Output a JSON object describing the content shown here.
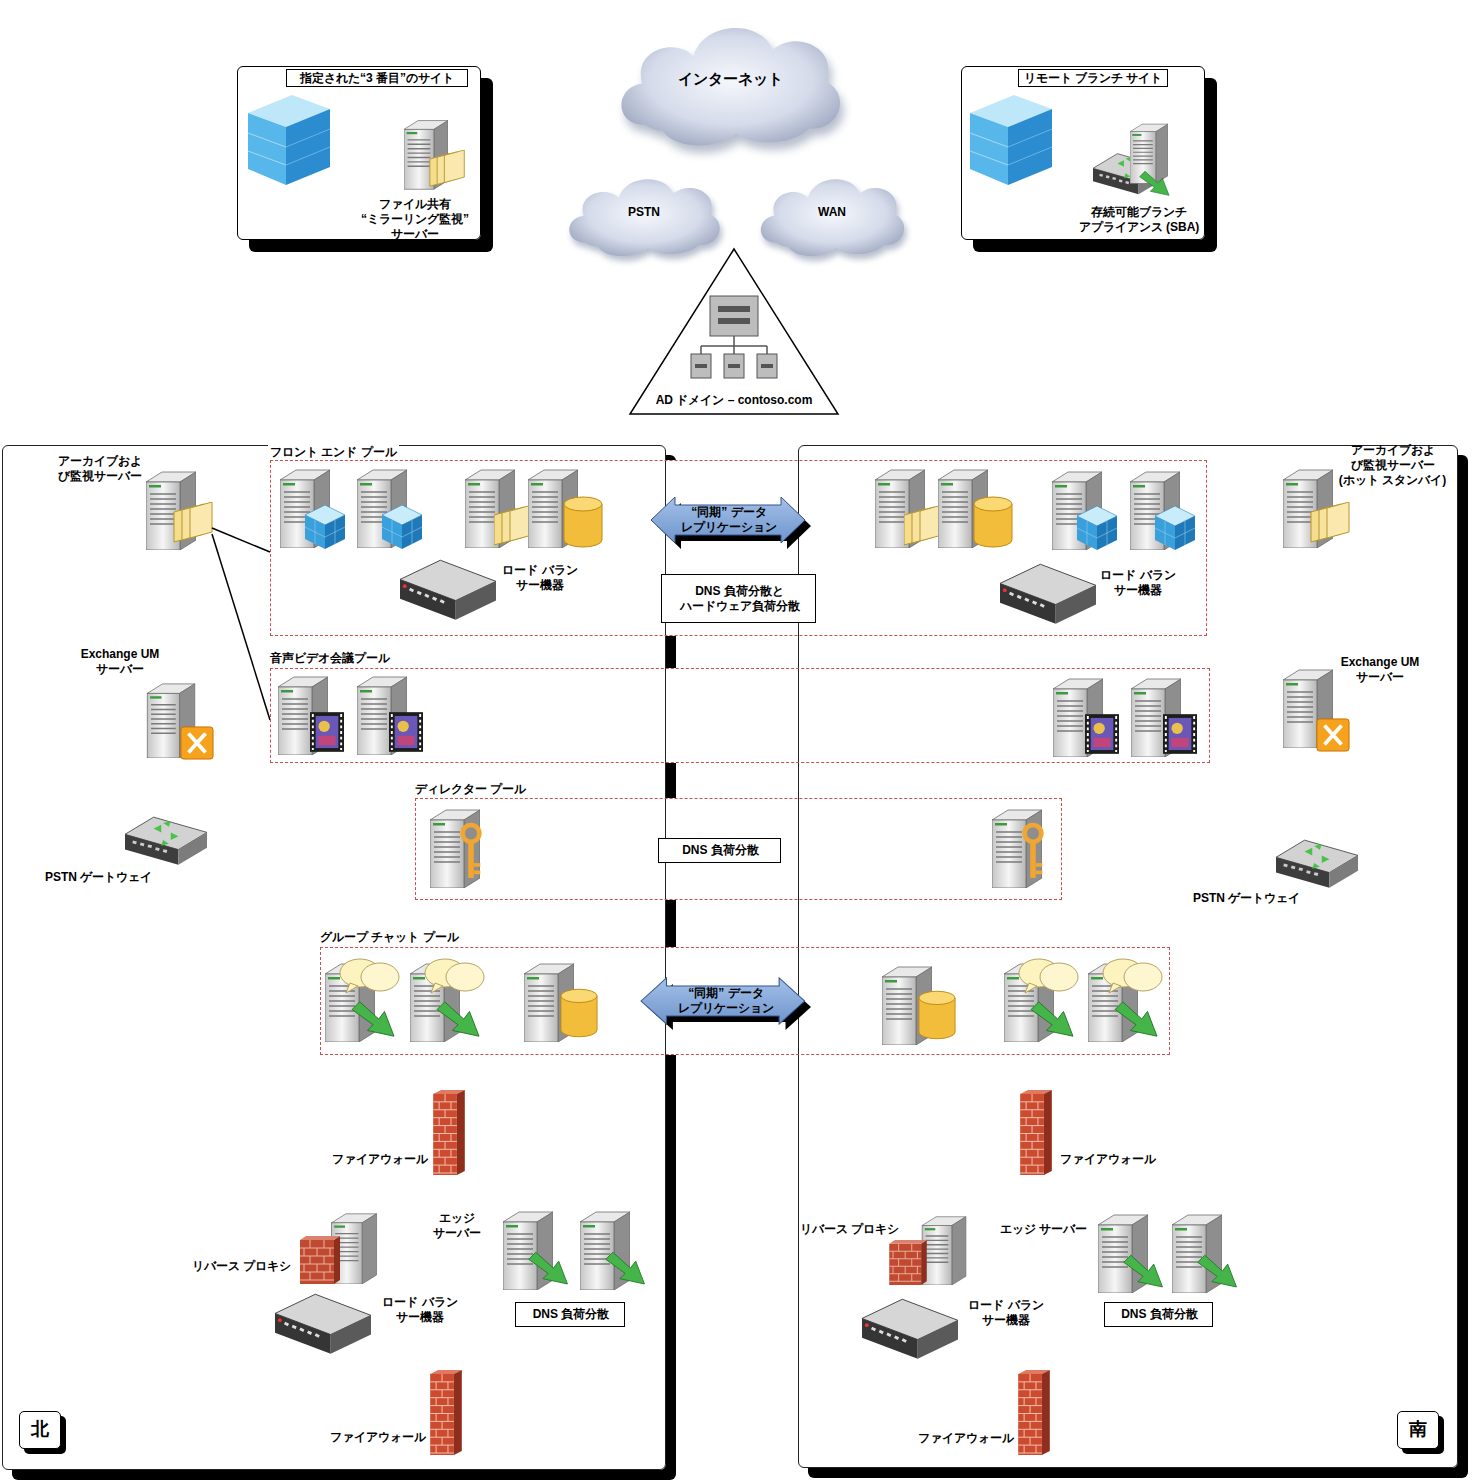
{
  "diagram": {
    "nodes": [
      {
        "text": [
          "指定された“3 番目”のサイト",
          "ファイル共有 “ミラーリング監視” サーバー"
        ]
      },
      {
        "text": [
          "インターネット"
        ]
      },
      {
        "text": [
          "リモート ブランチ サイト",
          "存続可能ブランチ アプライアンス (SBA)"
        ]
      },
      {
        "text": [
          "PSTN"
        ]
      },
      {
        "text": [
          "WAN"
        ]
      },
      {
        "text": [
          "AD ドメイン – contoso.com"
        ]
      },
      {
        "text": [
          "北"
        ]
      },
      {
        "text": [
          "南"
        ]
      },
      {
        "text": [
          "フロント エンド プール"
        ]
      },
      {
        "text": [
          "“同期” データ レプリケーション"
        ],
        "in": 8
      },
      {
        "text": [
          "DNS 負荷分散と ハードウェア負荷分散"
        ],
        "in": 8
      },
      {
        "text": [
          "音声ビデオ会議プール"
        ]
      },
      {
        "text": [
          "ディレクター プール"
        ]
      },
      {
        "text": [
          "DNS 負荷分散"
        ],
        "in": 12
      },
      {
        "text": [
          "グループ チャット プール"
        ]
      },
      {
        "text": [
          "“同期” データ レプリケーション"
        ],
        "in": 14
      },
      {
        "text": [
          "DNS 負荷分散"
        ],
        "in": 6
      },
      {
        "text": [
          "DNS 負荷分散"
        ],
        "in": 7
      }
    ],
    "labels": [
      "アーカイブおよ び監視サーバー",
      "ロード バラン サー機器",
      "ロード バラン サー機器",
      "アーカイブおよ び監視サーバー (ホット スタンバイ)",
      "Exchange UM サーバー",
      "Exchange UM サーバー",
      "PSTN ゲートウェイ",
      "PSTN ゲートウェイ",
      "ファイアウォール",
      "ファイアウォール",
      "リバース プロキシ",
      "エッジ サーバー",
      "リバース プロキシ",
      "エッジ サーバー",
      "ロード バラン サー機器",
      "ロード バラン サー機器",
      "ファイアウォール",
      "ファイアウォール"
    ]
  }
}
